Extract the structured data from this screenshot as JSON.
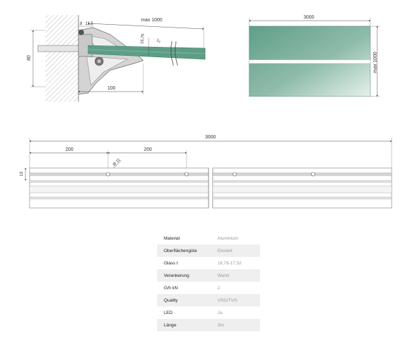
{
  "section": {
    "dim_max_length": "max 1000",
    "dim_offset_a": "8",
    "dim_offset_b": "11,5",
    "dim_glass_thickness": "16,76",
    "dim_angle": "2°",
    "dim_height": "80",
    "dim_depth": "100"
  },
  "glass_panel": {
    "dim_width": "3000",
    "dim_height": "max 1000"
  },
  "profile": {
    "dim_total": "3000",
    "dim_spacing_1": "200",
    "dim_spacing_2": "200",
    "dim_hole": "Ø 11",
    "dim_height": "19"
  },
  "specs": [
    {
      "key": "Material",
      "value": "Aluminium"
    },
    {
      "key": "Oberflächengüte",
      "value": "Eloxiert"
    },
    {
      "key": "Glass t",
      "value": "16,76-17,52"
    },
    {
      "key": "Verankerung",
      "value": "Wand"
    },
    {
      "key": "G/h kN",
      "value": "2"
    },
    {
      "key": "Quality",
      "value": "VSG/TVG"
    },
    {
      "key": "LED",
      "value": "Ja"
    },
    {
      "key": "Länge",
      "value": "3m"
    }
  ],
  "colors": {
    "glass": "#5e9e86",
    "glass_light": "#dfeee8",
    "profile": "#d7d7d7",
    "line": "#555555"
  }
}
